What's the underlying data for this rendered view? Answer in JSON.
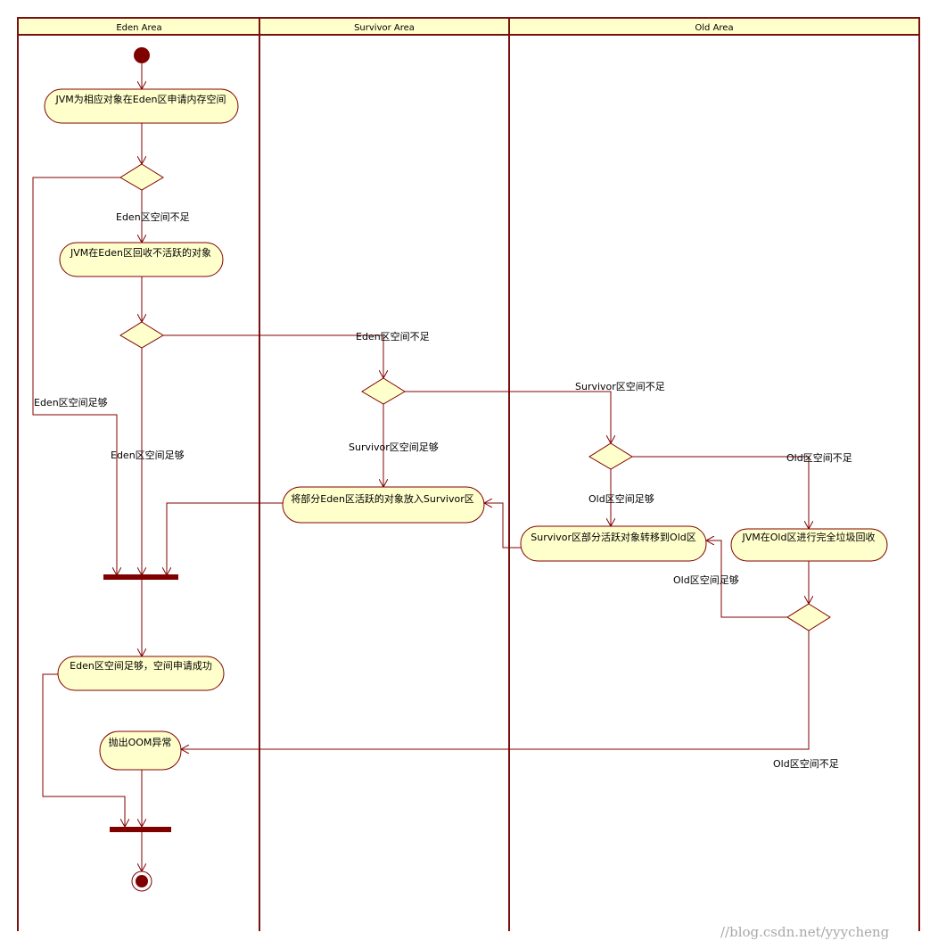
{
  "lanes": [
    {
      "title": "Eden Area"
    },
    {
      "title": "Survivor Area"
    },
    {
      "title": "Old Area"
    }
  ],
  "activities": {
    "request": "JVM为相应对象在Eden区申请内存空间",
    "eden_gc": "JVM在Eden区回收不活跃的对象",
    "move_to_survivor": "将部分Eden区活跃的对象放入Survivor区",
    "move_to_old": "Survivor区部分活跃对象转移到Old区",
    "full_gc": "JVM在Old区进行完全垃圾回收",
    "success": "Eden区空间足够，空间申请成功",
    "oom": "抛出OOM异常"
  },
  "labels": {
    "eden_insufficient_1": "Eden区空间不足",
    "eden_insufficient_2": "Eden区空间不足",
    "eden_sufficient_1": "Eden区空间足够",
    "eden_sufficient_2": "Eden区空间足够",
    "survivor_insufficient": "Survivor区空间不足",
    "survivor_sufficient": "Survivor区空间足够",
    "old_insufficient_1": "Old区空间不足",
    "old_sufficient_1": "Old区空间足够",
    "old_sufficient_2": "Old区空间足够",
    "old_insufficient_2": "Old区空间不足"
  },
  "watermark": "//blog.csdn.net/yyycheng",
  "colors": {
    "stroke": "#800000",
    "fill": "#ffffcc",
    "header": "#ffffcc"
  }
}
